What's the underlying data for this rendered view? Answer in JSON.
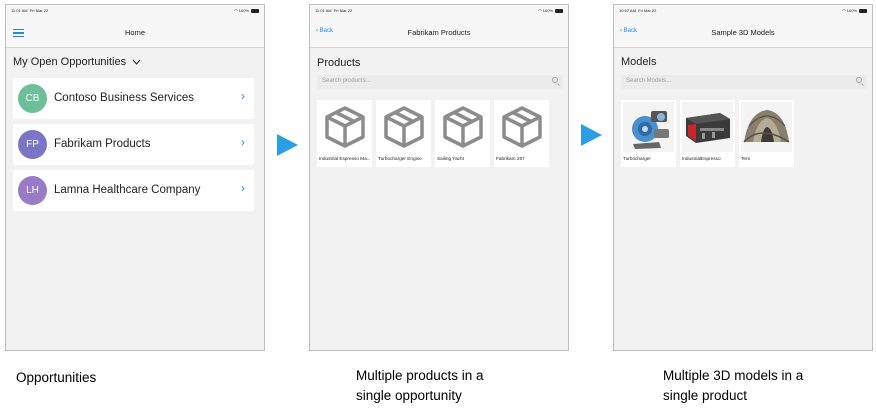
{
  "status": {
    "time": "11:01 AM",
    "date": "Fri Mar 22",
    "battery": "100%",
    "time3": "10:57 AM"
  },
  "screen1": {
    "title": "Home",
    "section": "My Open Opportunities",
    "items": [
      {
        "initials": "CB",
        "name": "Contoso Business Services",
        "color": "#6dbf9a"
      },
      {
        "initials": "FP",
        "name": "Fabrikam Products",
        "color": "#7b74c7"
      },
      {
        "initials": "LH",
        "name": "Lamna Healthcare Company",
        "color": "#9a7bc8"
      }
    ]
  },
  "screen2": {
    "back": "Back",
    "title": "Fabrikam Products",
    "section": "Products",
    "search_placeholder": "Search products...",
    "tiles": [
      "Industrial Espresso Ma...",
      "Turbocharger Engine",
      "Sailing Yacht",
      "Fabrikam 257"
    ]
  },
  "screen3": {
    "back": "Back",
    "title": "Sample 3D Models",
    "section": "Models",
    "search_placeholder": "Search Models...",
    "tiles": [
      "Turbocharger",
      "IndustrialEspresso",
      "Tent"
    ]
  },
  "captions": {
    "c1": [
      "Opportunities"
    ],
    "c2": [
      "Multiple products in a",
      "single opportunity"
    ],
    "c3": [
      "Multiple 3D models in a",
      "single product"
    ]
  },
  "icons": {
    "menu": "hamburger-icon",
    "chevron": "chevron-right-icon",
    "search": "search-icon",
    "product": "cube-icon",
    "arrow": "play-arrow-icon"
  }
}
